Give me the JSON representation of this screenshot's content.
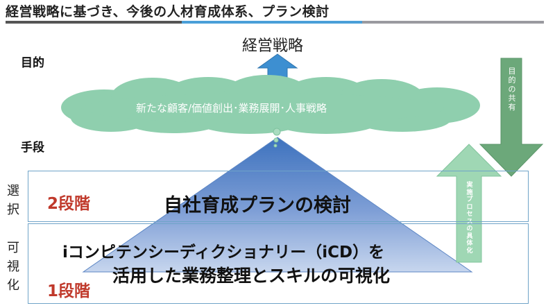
{
  "header": {
    "title": "経営戦略に基づき、今後の人材育成体系、プラン検討"
  },
  "strategy": {
    "label": "経営戦略"
  },
  "left_labels": {
    "purpose": "目的",
    "means": "手段"
  },
  "cloud": {
    "text": "新たな顧客/価値創出･業務展開･人事戦略"
  },
  "side_labels": {
    "select": [
      "選",
      "択"
    ],
    "visualize": [
      "可",
      "視",
      "化"
    ]
  },
  "stage2": {
    "tag": "2段階",
    "heading": "自社育成プランの検討"
  },
  "stage1": {
    "tag": "1段階",
    "heading_line1": "iコンピテンシーディクショナリー（iCD）を",
    "heading_line2": "活用した業務整理とスキルの可視化"
  },
  "arrows": {
    "down_arrow_text": [
      "目",
      "的",
      "の",
      "共",
      "有"
    ],
    "up_arrow_text": [
      "実",
      "施",
      "プ",
      "ロ",
      "セ",
      "ス",
      "の",
      "具",
      "体",
      "化"
    ]
  },
  "colors": {
    "title_underline_dark": "#555555",
    "title_underline_blue": "#4a9fd8",
    "title_underline_grey": "#9a9aa0",
    "double_arrow": "#3d8fd1",
    "cloud_fill": "#8fcfae",
    "pyramid_top": "#3d72be",
    "pyramid_bottom": "#c7d6ee",
    "down_arrow": "#6ca87a",
    "up_arrow": "#9fd7b4",
    "stage_tag": "#c0392b",
    "box_border": "#6fa3c8"
  }
}
